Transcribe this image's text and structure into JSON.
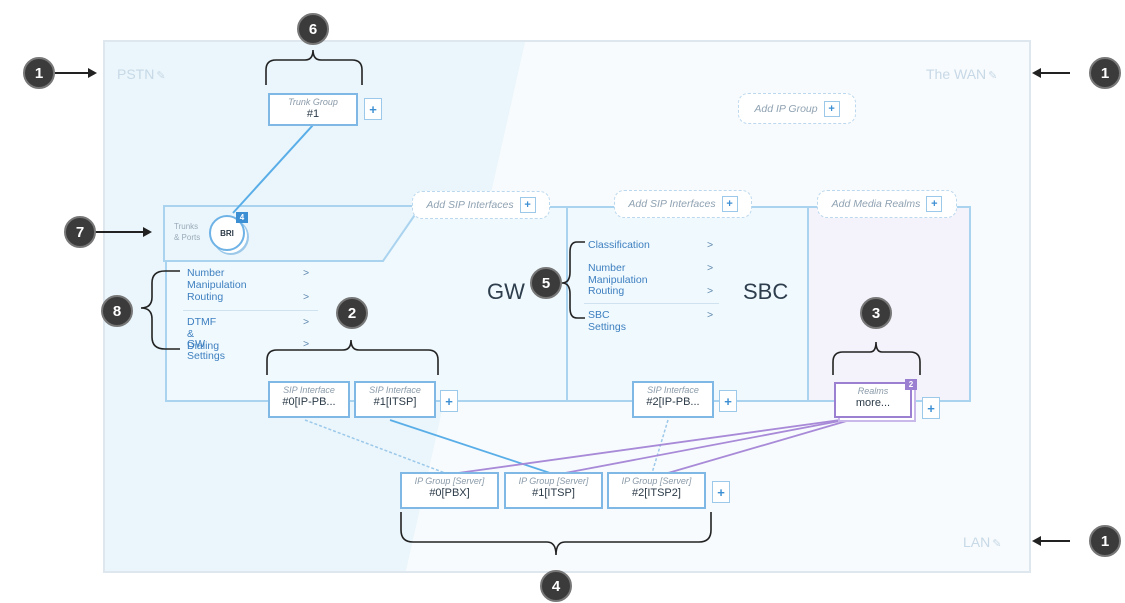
{
  "zones": {
    "pstn": "PSTN",
    "wan": "The WAN",
    "lan": "LAN"
  },
  "trunk_group": {
    "title": "Trunk Group",
    "value": "#1"
  },
  "add_ip_group": "Add IP Group",
  "add_sip_interfaces_gw": "Add SIP Interfaces",
  "add_sip_interfaces_sbc": "Add SIP Interfaces",
  "add_media_realms": "Add Media Realms",
  "trunks_ports": {
    "line1": "Trunks",
    "line2": "& Ports",
    "badge_label": "BRI",
    "badge_count": "4"
  },
  "gw": {
    "label": "GW",
    "menu": [
      "Number Manipulation",
      "Routing",
      "DTMF & Dialing",
      "GW Settings"
    ]
  },
  "sbc": {
    "label": "SBC",
    "menu": [
      "Classification",
      "Number Manipulation",
      "Routing",
      "SBC Settings"
    ]
  },
  "arrow_glyph": ">",
  "plus_glyph": "+",
  "pencil_glyph": "✎",
  "sip_interfaces": [
    {
      "title": "SIP Interface",
      "value": "#0[IP-PB..."
    },
    {
      "title": "SIP Interface",
      "value": "#1[ITSP]"
    },
    {
      "title": "SIP Interface",
      "value": "#2[IP-PB..."
    }
  ],
  "realms": {
    "title": "Realms",
    "value": "more...",
    "badge": "2"
  },
  "ip_groups": [
    {
      "title": "IP Group [Server]",
      "value": "#0[PBX]"
    },
    {
      "title": "IP Group [Server]",
      "value": "#1[ITSP]"
    },
    {
      "title": "IP Group [Server]",
      "value": "#2[ITSP2]"
    }
  ],
  "callouts": {
    "c1a": "1",
    "c1b": "1",
    "c1c": "1",
    "c2": "2",
    "c3": "3",
    "c4": "4",
    "c5": "5",
    "c6": "6",
    "c7": "7",
    "c8": "8"
  },
  "colors": {
    "accent": "#3d8fd3",
    "box_border": "#7fb8e4",
    "realm_purple": "#9b7fd1",
    "callout": "#3b3b3b"
  }
}
